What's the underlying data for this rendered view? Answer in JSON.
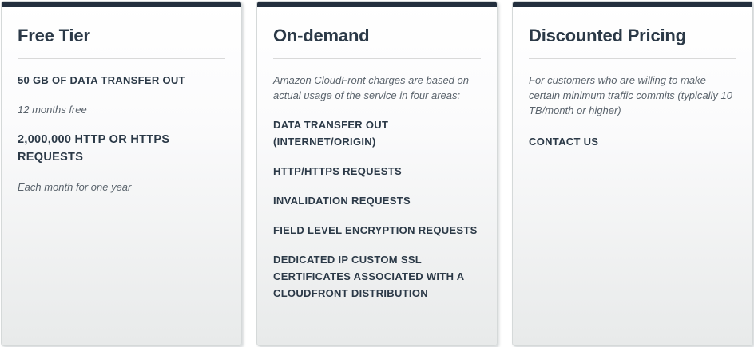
{
  "theme": {
    "accent_bar_color": "#232f3e",
    "heading_color": "#2b3947",
    "feature_text_color": "#2b3947",
    "muted_text_color": "#5a636c",
    "card_border_color": "#d5d9d9",
    "card_bg_top": "#ffffff",
    "card_bg_bottom": "#e8eaea",
    "divider_color": "#d9d9d9"
  },
  "cards": [
    {
      "title": "Free Tier",
      "feature1": "50 GB OF DATA TRANSFER OUT",
      "note1": "12 months free",
      "feature2": "2,000,000 HTTP OR HTTPS REQUESTS",
      "note2": "Each month for one year"
    },
    {
      "title": "On-demand",
      "intro": "Amazon CloudFront charges are based on actual usage of the service in four areas:",
      "feature1": "DATA TRANSFER OUT (INTERNET/ORIGIN)",
      "feature2": "HTTP/HTTPS REQUESTS",
      "feature3": "INVALIDATION REQUESTS",
      "feature4": "FIELD LEVEL ENCRYPTION REQUESTS",
      "feature5": "DEDICATED IP CUSTOM SSL CERTIFICATES ASSOCIATED WITH A CLOUDFRONT DISTRIBUTION"
    },
    {
      "title": "Discounted Pricing",
      "intro": "For customers who are willing to make certain minimum traffic commits (typically 10 TB/month or higher)",
      "contact_label": "CONTACT US"
    }
  ]
}
